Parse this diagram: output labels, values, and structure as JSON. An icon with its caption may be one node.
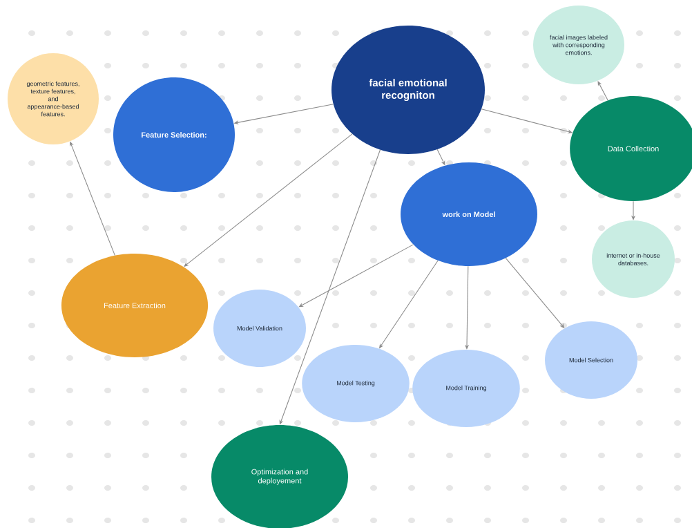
{
  "diagram": {
    "nodes": [
      {
        "text": [
          "facial emotional recogniton"
        ]
      },
      {
        "text": [
          "facial images labeled with corresponding emotions."
        ]
      },
      {
        "text": [
          "geometric features, texture features, and appearance-based features."
        ]
      },
      {
        "text": [
          "Feature Selection:"
        ]
      },
      {
        "text": [
          "Data Collection"
        ]
      },
      {
        "text": [
          "work on Model"
        ]
      },
      {
        "text": [
          "internet or in-house databases."
        ]
      },
      {
        "text": [
          "Feature Extraction"
        ]
      },
      {
        "text": [
          "Model Validation"
        ]
      },
      {
        "text": [
          "Model Selection"
        ]
      },
      {
        "text": [
          "Model Testing"
        ]
      },
      {
        "text": [
          "Model Training"
        ]
      },
      {
        "text": [
          "Optimization and deployement"
        ]
      }
    ],
    "edges": [
      {
        "from": 0,
        "to": 3,
        "arrow": "to"
      },
      {
        "from": 0,
        "to": 4,
        "arrow": "to"
      },
      {
        "from": 0,
        "to": 5,
        "arrow": "to"
      },
      {
        "from": 0,
        "to": 7,
        "arrow": "to"
      },
      {
        "from": 0,
        "to": 12,
        "arrow": "to"
      },
      {
        "from": 4,
        "to": 1,
        "arrow": "to"
      },
      {
        "from": 4,
        "to": 6,
        "arrow": "to"
      },
      {
        "from": 7,
        "to": 2,
        "arrow": "to"
      },
      {
        "from": 5,
        "to": 8,
        "arrow": "to"
      },
      {
        "from": 5,
        "to": 10,
        "arrow": "to"
      },
      {
        "from": 5,
        "to": 11,
        "arrow": "to"
      },
      {
        "from": 5,
        "to": 9,
        "arrow": "to"
      }
    ]
  }
}
